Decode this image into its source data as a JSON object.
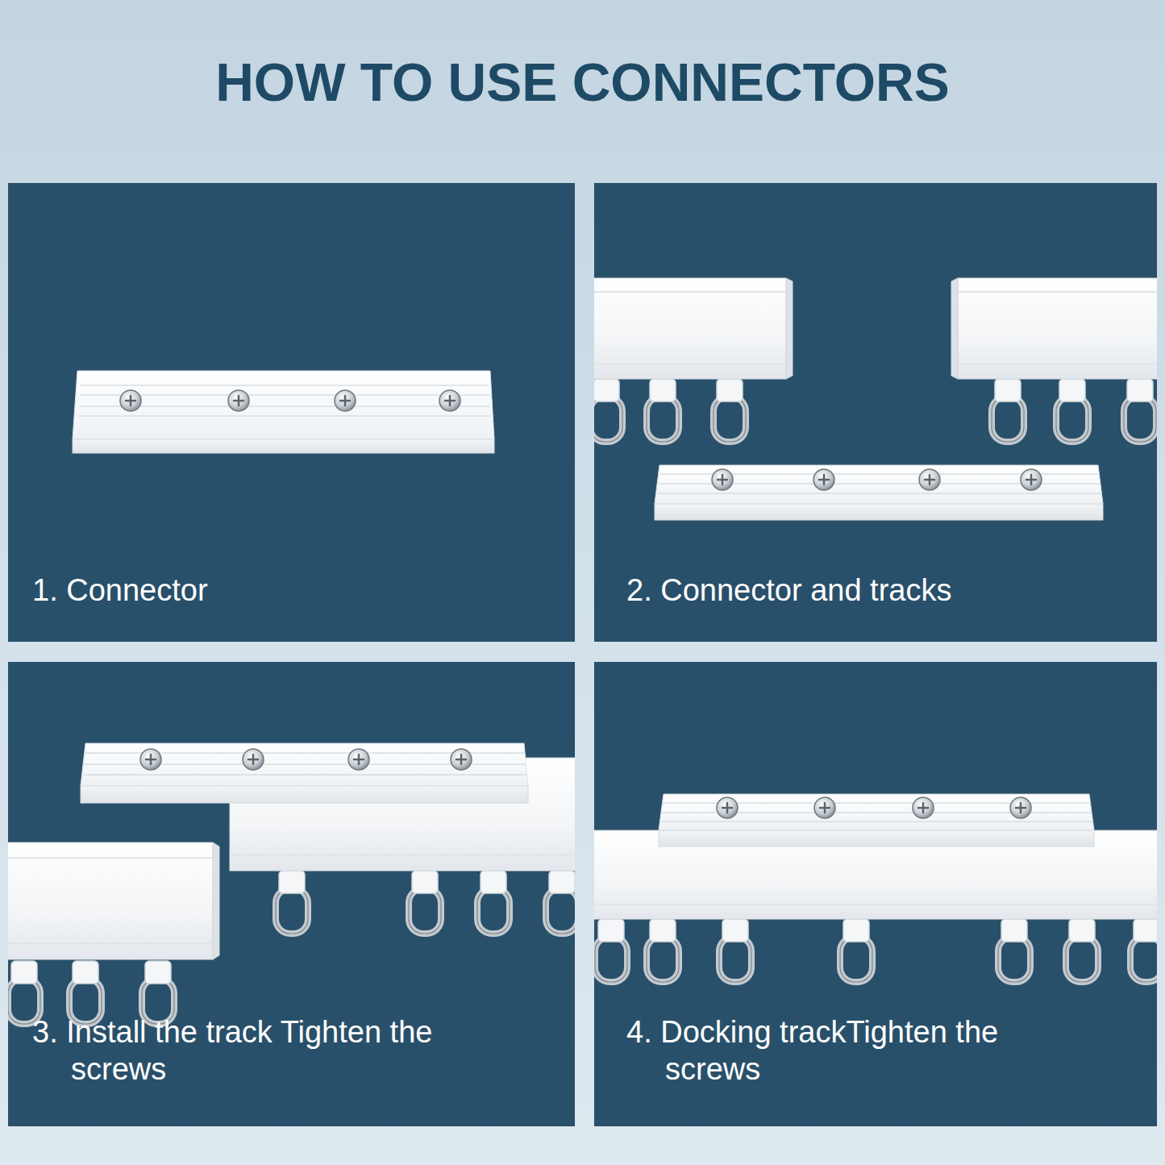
{
  "diagram": {
    "title": "HOW TO USE CONNECTORS",
    "nodes": [
      {
        "text": [
          "1. Connector"
        ]
      },
      {
        "text": [
          "2. Connector and tracks"
        ]
      },
      {
        "text": [
          "3. Install the track Tighten the screws"
        ]
      },
      {
        "text": [
          "4. Docking trackTighten the screws"
        ]
      }
    ]
  }
}
